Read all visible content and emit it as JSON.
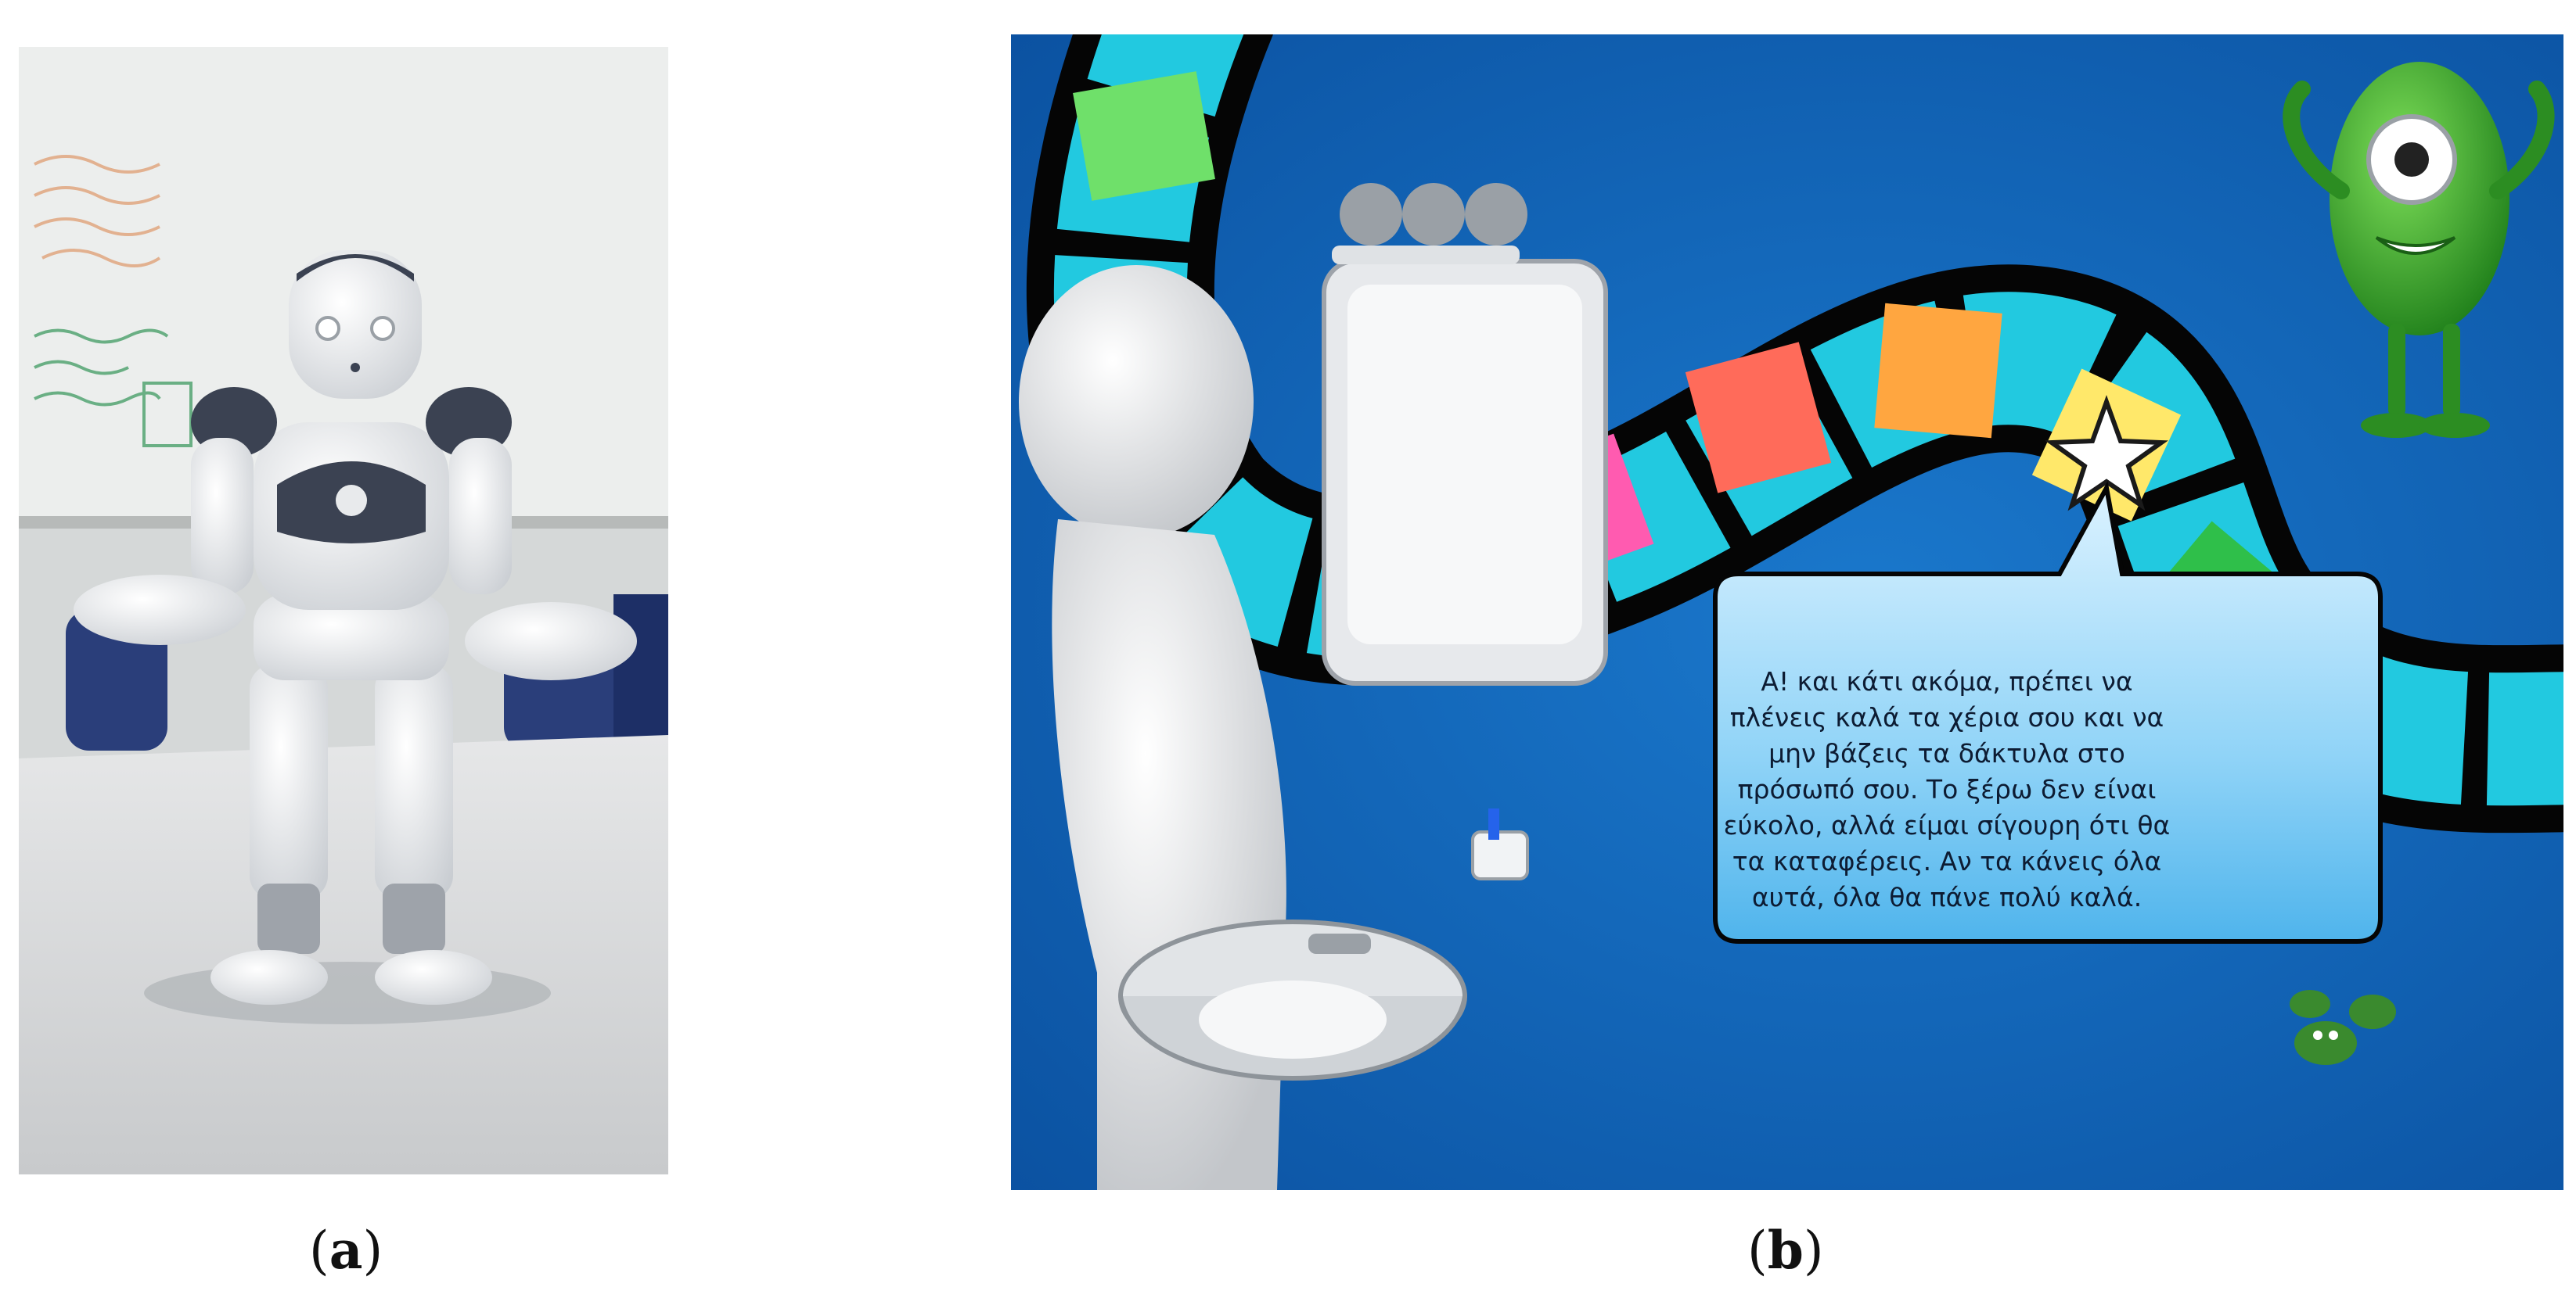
{
  "captions": {
    "a": {
      "open": "(",
      "letter": "a",
      "close": ")"
    },
    "b": {
      "open": "(",
      "letter": "b",
      "close": ")"
    }
  },
  "speech_bubble": {
    "text": "Α! και κάτι ακόμα, πρέπει να πλένεις καλά τα χέρια σου και να μην βάζεις τα δάκτυλα στο πρόσωπό σου. Το ξέρω δεν είναι εύκολο, αλλά είμαι σίγουρη ότι θα τα καταφέρεις. Αν τα κάνεις όλα αυτά, όλα θα πάνε πολύ καλά."
  },
  "colors": {
    "game_background": "#0a5fb4",
    "bubble_fill": "#8fd3f7",
    "monster_green": "#3fae2a",
    "path_outline": "#050505",
    "robot_white": "#f3f4f5",
    "robot_accent": "#3b4252"
  },
  "icons": [
    "robot-photo",
    "board-game-path",
    "star-icon",
    "monster-character",
    "sink-figure",
    "frog-icons"
  ]
}
